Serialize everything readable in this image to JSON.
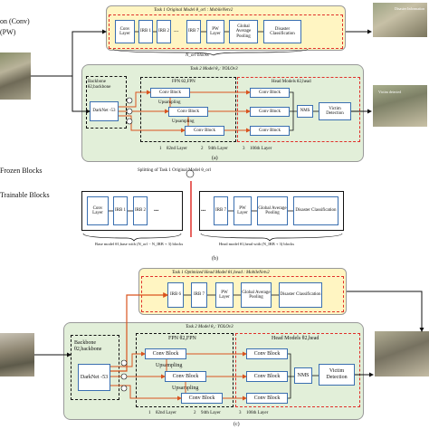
{
  "left_legend": {
    "conv_pw": "on (Conv)",
    "pw": "(PW)",
    "frozen": "Frozen Blocks",
    "trainable": "Trainable Blocks"
  },
  "panel_a": {
    "task1_title": "Task 1 Original Model θ_orl : MobileNetv2",
    "task1_blocks": [
      "Conv Layer",
      "IRB 1",
      "IRB 2",
      "IRB 7",
      "PW Layer",
      "Global Average Pooling",
      "Disaster Classification"
    ],
    "dots": "...",
    "n_blocks": "N_orl blocks",
    "task2_title": "Task 2 Model θ₂: YOLOv3",
    "backbone": "Backbone θ2,backbone",
    "darknet": "DarkNet -53",
    "fpn_label": "FPN θ2,FPN",
    "head_label": "Head Models θ2,head",
    "conv_block": "Conv Block",
    "upsampling": "Upsampling",
    "nms": "NMS",
    "victim": "Victim Detection",
    "layers": [
      "82nd Layer",
      "94th Layer",
      "106th Layer"
    ],
    "nums": [
      "1",
      "2",
      "3"
    ],
    "caption": "(a)",
    "out_labels": [
      "Disaster Information",
      "Victim detected"
    ]
  },
  "panel_b": {
    "splitting": "Splitting of Task 1 Original Model θ_orl",
    "blocks": [
      "Conv Layer",
      "IRB 1",
      "IRB 2",
      "IRB 7",
      "PW Layer",
      "Global Average Pooling",
      "Disaster Classification"
    ],
    "dots": "...",
    "base_caption": "Base model θ1,base with (N_orl − N_IRB + 3) blocks",
    "head_caption": "Head model θ1,head with (N_IRB + 3) blocks",
    "caption": "(b)"
  },
  "panel_c": {
    "task1_title": "Task 1 Optimized Head Model θ1,head : MobileNetv2",
    "task1_blocks": [
      "IRB 6",
      "IRB 7",
      "PW Layer",
      "Global Average Pooling",
      "Disaster Classification"
    ],
    "task2_title": "Task 2 Model θ₂: YOLOv3",
    "backbone": "Backbone θ2,backbone",
    "darknet": "DarkNet -53",
    "fpn_label": "FPN θ2,FPN",
    "head_label": "Head Models θ2,head",
    "conv_block": "Conv Block",
    "upsampling": "Upsampling",
    "nms": "NMS",
    "victim": "Victim Detection",
    "layers": [
      "82nd Layer",
      "94th Layer",
      "106th Layer"
    ],
    "nums": [
      "1",
      "2",
      "3"
    ],
    "caption": "(c)"
  },
  "colors": {
    "frozen_bg": "#fff5c2",
    "trainable_bg": "#e2efd9",
    "red_dash": "#e0302a",
    "blue_border": "#3a6fb0",
    "arrow_red": "#d9531e"
  }
}
